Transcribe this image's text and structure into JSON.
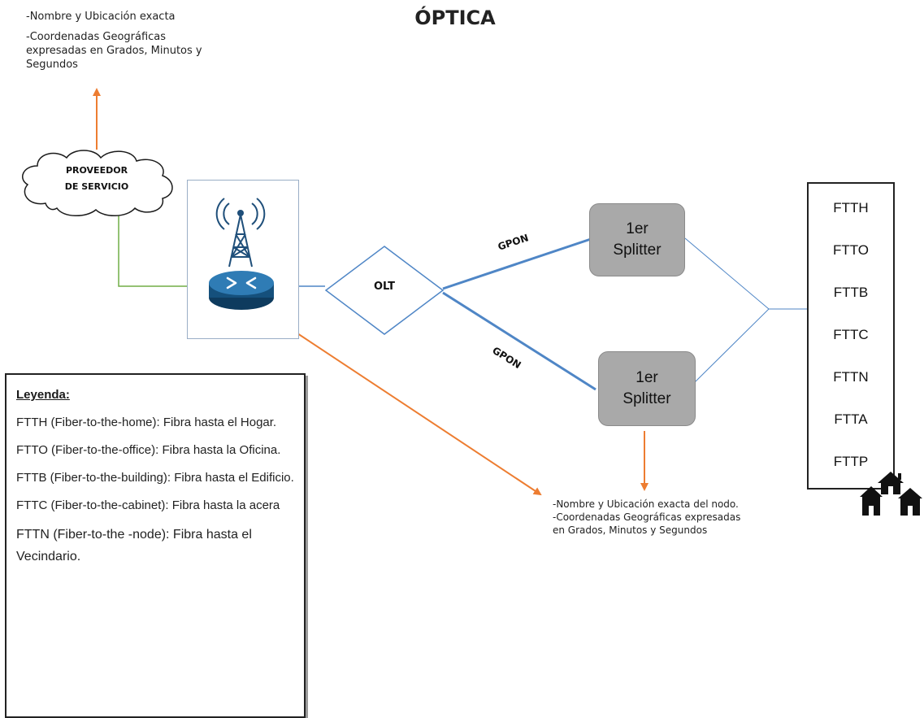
{
  "title": "ÓPTICA",
  "top_note": {
    "line1": "-Nombre y Ubicación exacta",
    "line2": "-Coordenadas Geográficas expresadas en Grados, Minutos y Segundos"
  },
  "cloud": {
    "line1": "PROVEEDOR",
    "line2": "DE SERVICIO"
  },
  "olt": {
    "label": "OLT"
  },
  "gpon_upper": "GPON",
  "gpon_lower": "GPON",
  "splitter_upper": {
    "line1": "1er",
    "line2": "Splitter"
  },
  "splitter_lower": {
    "line1": "1er",
    "line2": "Splitter"
  },
  "fttx": [
    "FTTH",
    "FTTO",
    "FTTB",
    "FTTC",
    "FTTN",
    "FTTA",
    "FTTP"
  ],
  "node_note": {
    "line1": "-Nombre y Ubicación exacta del nodo.",
    "line2": "-Coordenadas Geográficas expresadas en Grados, Minutos y Segundos"
  },
  "legend": {
    "heading": "Leyenda:",
    "items": [
      "FTTH (Fiber-to-the-home): Fibra hasta el Hogar.",
      "FTTO (Fiber-to-the-office): Fibra hasta la Oficina.",
      "FTTB (Fiber-to-the-building): Fibra hasta el Edificio.",
      "FTTC (Fiber-to-the-cabinet): Fibra hasta la acera",
      "FTTN (Fiber-to-the -node): Fibra hasta el Vecindario."
    ]
  },
  "colors": {
    "fiber_blue": "#4f86c6",
    "arrow_orange": "#ed7d31",
    "link_green": "#70ad47",
    "splitter_fill": "#a9a9a9",
    "router_blue": "#1f5f8b"
  },
  "icons": [
    "cloud-icon",
    "antenna-tower-icon",
    "router-icon",
    "houses-icon"
  ]
}
